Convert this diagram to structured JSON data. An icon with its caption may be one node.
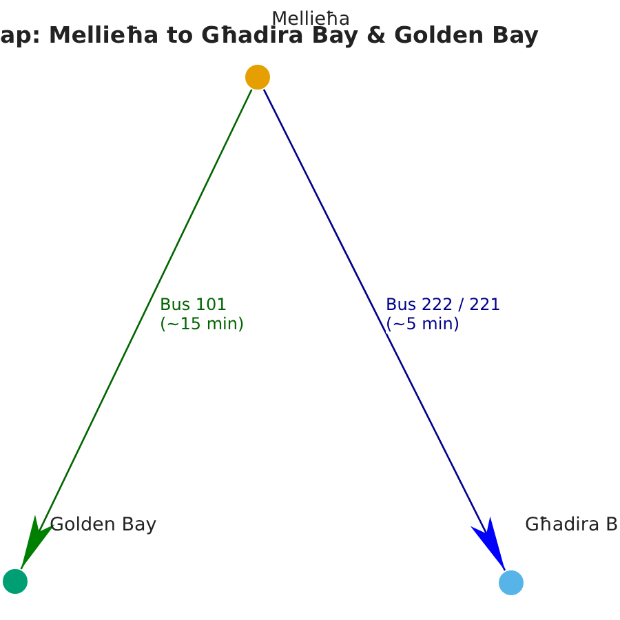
{
  "diagram": {
    "title": "ap: Mellieħa to Għadira Bay & Golden Bay",
    "nodes": [
      {
        "text": [
          "Mellieħa"
        ]
      },
      {
        "text": [
          "Golden Bay"
        ]
      },
      {
        "text": [
          "Għadira B"
        ]
      }
    ],
    "edges": [
      {
        "from": 0,
        "to": 1,
        "arrow": "to",
        "label": "Bus 101 (~15 min)",
        "color": "#006400"
      },
      {
        "from": 0,
        "to": 2,
        "arrow": "to",
        "label": "Bus 222 / 221 (~5 min)",
        "color": "#00008b"
      }
    ]
  }
}
